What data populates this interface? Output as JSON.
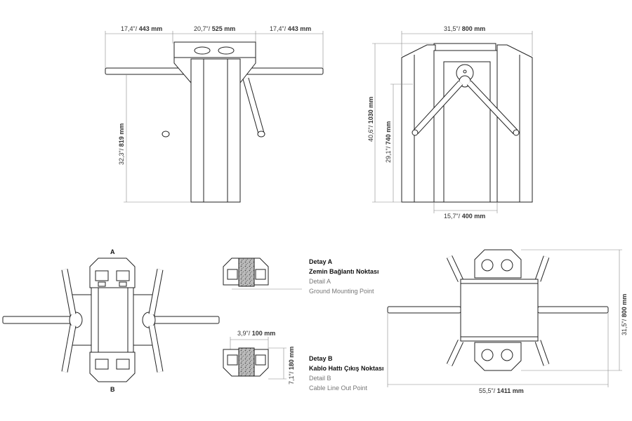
{
  "front_view": {
    "dims": {
      "left_arm_a": "17,4\"/ ",
      "left_arm_b": "443 mm",
      "body_a": "20,7\"/ ",
      "body_b": "525 mm",
      "right_arm_a": "17,4\"/ ",
      "right_arm_b": "443 mm",
      "arm_height_a": "32,3\"/ ",
      "arm_height_b": "819 mm"
    }
  },
  "side_view": {
    "dims": {
      "width_a": "31,5\"/ ",
      "width_b": "800 mm",
      "total_height_a": "40,6\"/ ",
      "total_height_b": "1030 mm",
      "inner_height_a": "29,1\"/ ",
      "inner_height_b": "740 mm",
      "base_a": "15,7\"/ ",
      "base_b": "400 mm"
    }
  },
  "top_view": {
    "label_a": "A",
    "label_b": "B"
  },
  "detail_a": {
    "title_tr": "Detay A",
    "subtitle_tr": "Zemin Bağlantı Noktası",
    "title_en": "Detail A",
    "subtitle_en": "Ground Mounting Point"
  },
  "detail_b": {
    "title_tr": "Detay B",
    "subtitle_tr": "Kablo Hattı Çıkış Noktası",
    "title_en": "Detail B",
    "subtitle_en": "Cable Line Out Point",
    "dim_width_a": "3,9\"/ ",
    "dim_width_b": "100 mm",
    "dim_height_a": "7,1\"/ ",
    "dim_height_b": "180 mm"
  },
  "plan_view": {
    "dim_width_a": "55,5\"/ ",
    "dim_width_b": "1411 mm",
    "dim_height_a": "31,5\"/ ",
    "dim_height_b": "800 mm"
  }
}
